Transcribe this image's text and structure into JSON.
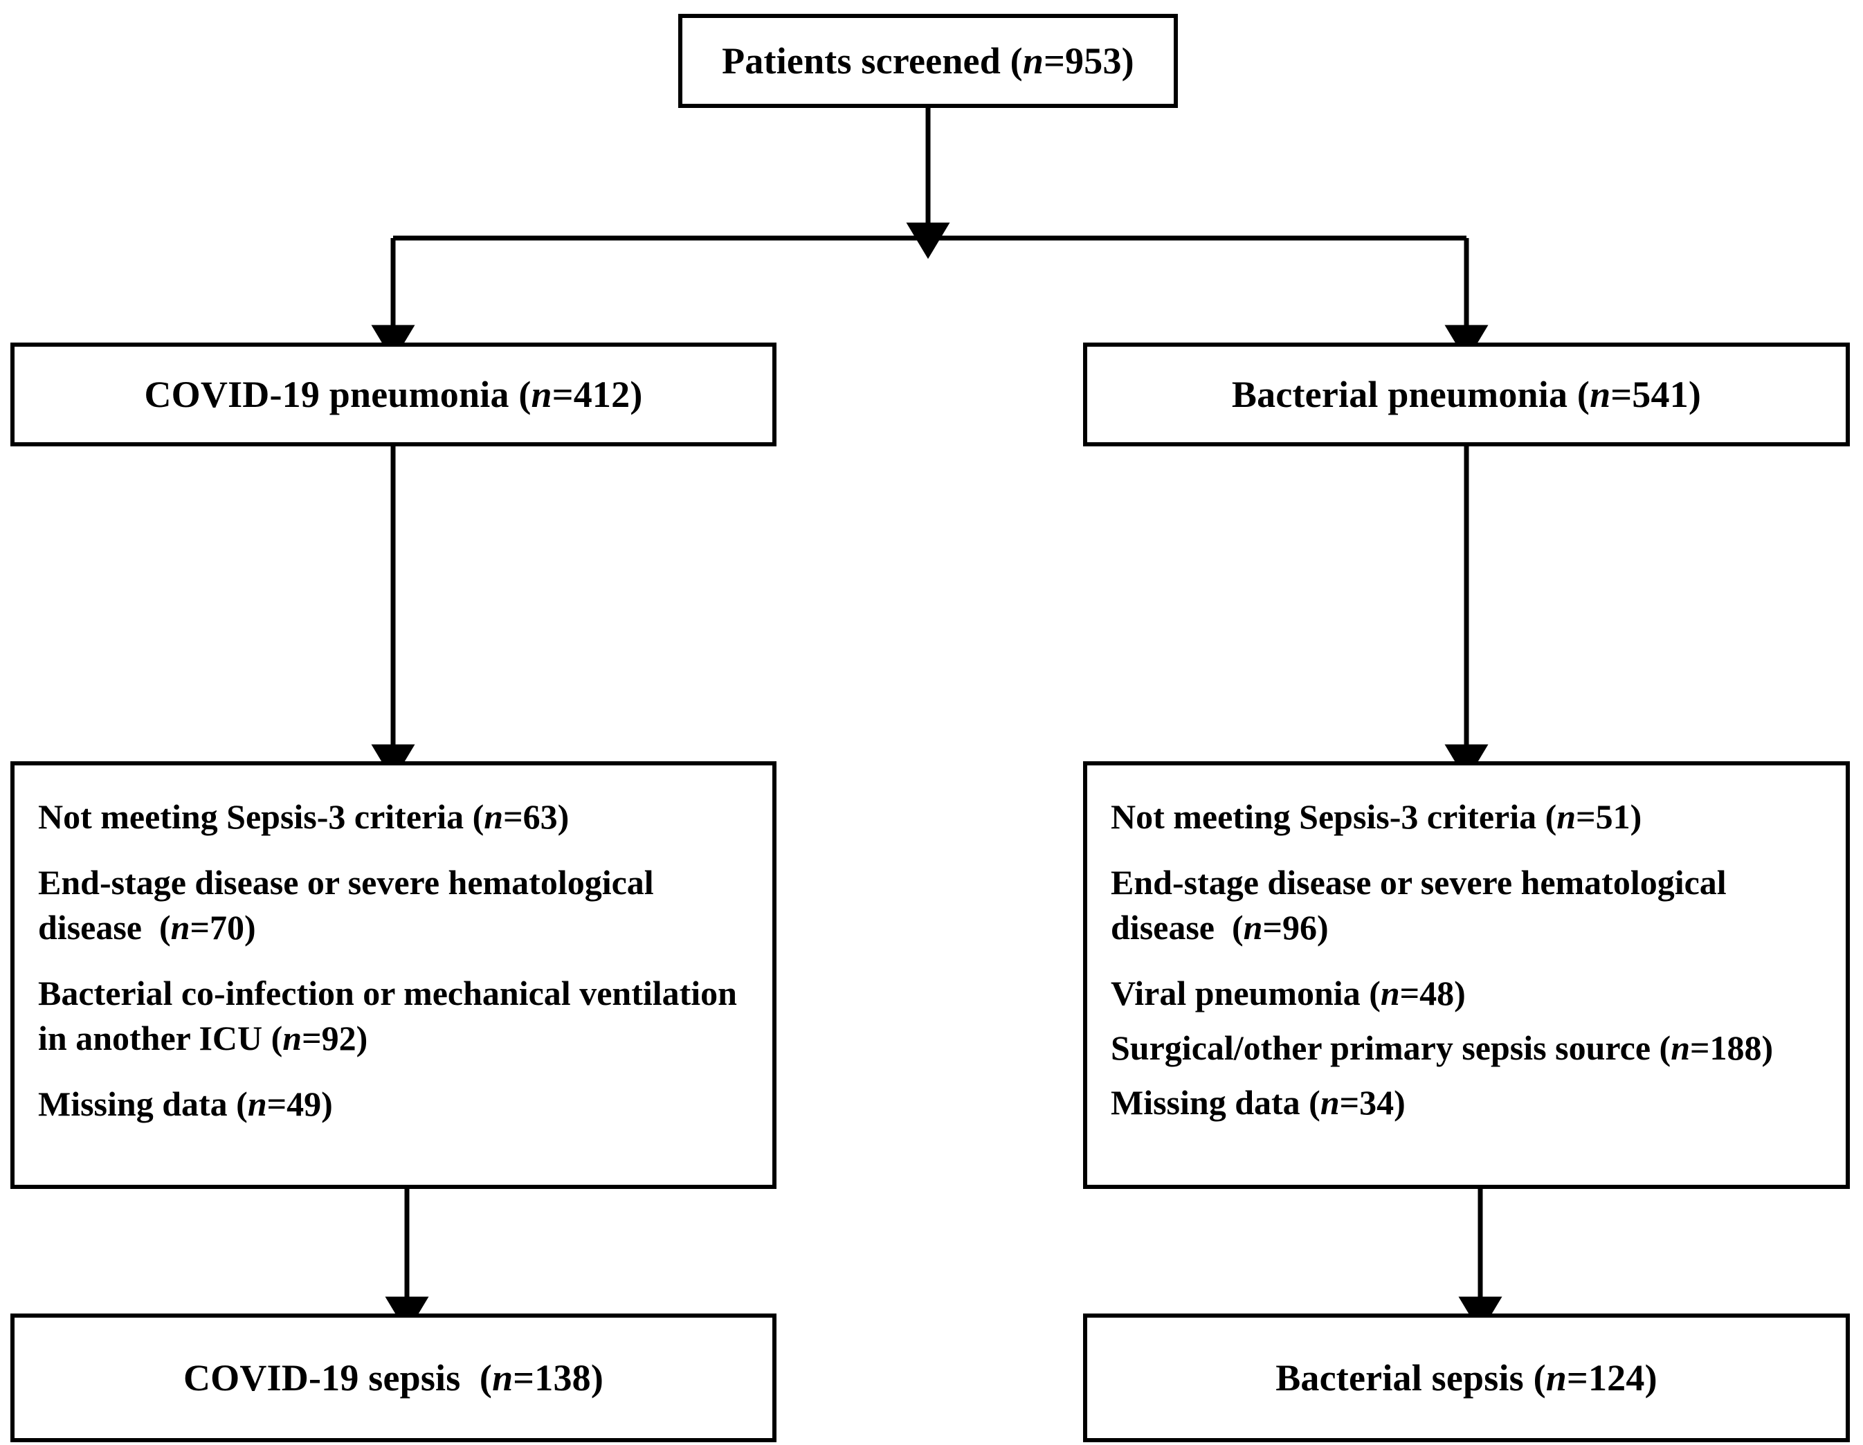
{
  "diagram": {
    "type": "study-flow-diagram",
    "orientation": "top-down",
    "nodes": {
      "screened": {
        "label_prefix": "Patients screened (",
        "n_symbol": "n",
        "label_suffix": "=953)",
        "n_value": 953
      },
      "covid_pneumonia": {
        "label_prefix": "COVID-19 pneumonia (",
        "n_symbol": "n",
        "label_suffix": "=412)",
        "n_value": 412
      },
      "bacterial_pneumonia": {
        "label_prefix": "Bacterial pneumonia (",
        "n_symbol": "n",
        "label_suffix": "=541)",
        "n_value": 541
      },
      "covid_sepsis": {
        "label_prefix": "COVID-19 sepsis  (",
        "n_symbol": "n",
        "label_suffix": "=138)",
        "n_value": 138
      },
      "bacterial_sepsis": {
        "label_prefix": "Bacterial sepsis (",
        "n_symbol": "n",
        "label_suffix": "=124)",
        "n_value": 124
      }
    },
    "exclusions": {
      "covid": [
        {
          "prefix": "Not meeting Sepsis-3 criteria (",
          "n_symbol": "n",
          "suffix": "=63)",
          "n_value": 63
        },
        {
          "prefix": "End-stage disease or severe hematological disease  (",
          "n_symbol": "n",
          "suffix": "=70)",
          "n_value": 70
        },
        {
          "prefix": "Bacterial co-infection or mechanical ventilation in another ICU (",
          "n_symbol": "n",
          "suffix": "=92)",
          "n_value": 92
        },
        {
          "prefix": "Missing data (",
          "n_symbol": "n",
          "suffix": "=49)",
          "n_value": 49
        }
      ],
      "bacterial": [
        {
          "prefix": "Not meeting Sepsis-3 criteria (",
          "n_symbol": "n",
          "suffix": "=51)",
          "n_value": 51
        },
        {
          "prefix": "End-stage disease or severe hematological disease  (",
          "n_symbol": "n",
          "suffix": "=96)",
          "n_value": 96
        },
        {
          "prefix": "Viral pneumonia (",
          "n_symbol": "n",
          "suffix": "=48)",
          "n_value": 48
        },
        {
          "prefix": "Surgical/other primary sepsis source (",
          "n_symbol": "n",
          "suffix": "=188)",
          "n_value": 188
        },
        {
          "prefix": "Missing data (",
          "n_symbol": "n",
          "suffix": "=34)",
          "n_value": 34
        }
      ]
    },
    "colors": {
      "stroke": "#000000",
      "fill": "#ffffff",
      "text": "#000000"
    }
  }
}
